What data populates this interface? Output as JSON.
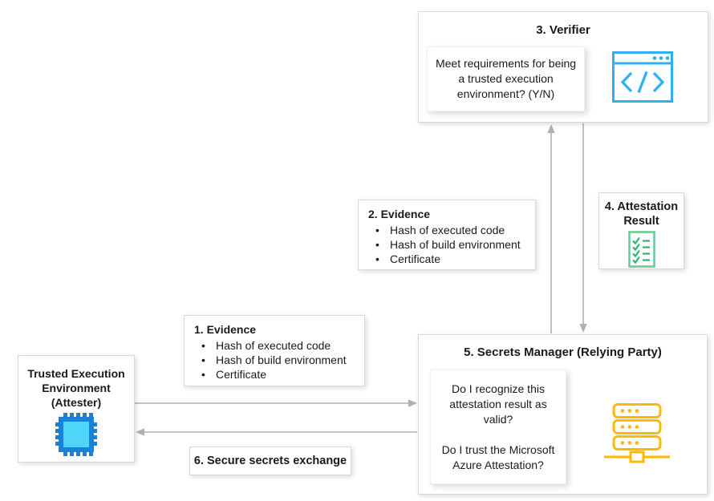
{
  "colors": {
    "accent_blue": "#2fb0ec",
    "chip_blue_dark": "#1b80d9",
    "chip_blue_light": "#4ed5f7",
    "green_border": "#68cc96",
    "green_mark": "#2fb273",
    "amber": "#ffb900",
    "arrow_gray": "#b3b1af",
    "box_border": "#d8d8d8",
    "text": "#1a1a1a"
  },
  "verifier": {
    "title": "3. Verifier",
    "question": "Meet requirements for being a trusted execution environment? (Y/N)",
    "icon": "browser-code-icon"
  },
  "attestation_result": {
    "title": "4. Attestation Result",
    "icon": "checklist-icon"
  },
  "evidence_2": {
    "title": "2. Evidence",
    "bullets": [
      "Hash of executed code",
      "Hash of build environment",
      "Certificate"
    ]
  },
  "evidence_1": {
    "title": "1. Evidence",
    "bullets": [
      "Hash of executed code",
      "Hash of build environment",
      "Certificate"
    ]
  },
  "tee": {
    "title": "Trusted Execution Environment (Attester)",
    "icon": "chip-icon"
  },
  "secrets_manager": {
    "title": "5. Secrets Manager (Relying Party)",
    "question_1": "Do I recognize this attestation result as valid?",
    "question_2": "Do I trust the Microsoft Azure Attestation?",
    "icon": "server-icon"
  },
  "secure_exchange": {
    "title": "6. Secure secrets exchange"
  }
}
